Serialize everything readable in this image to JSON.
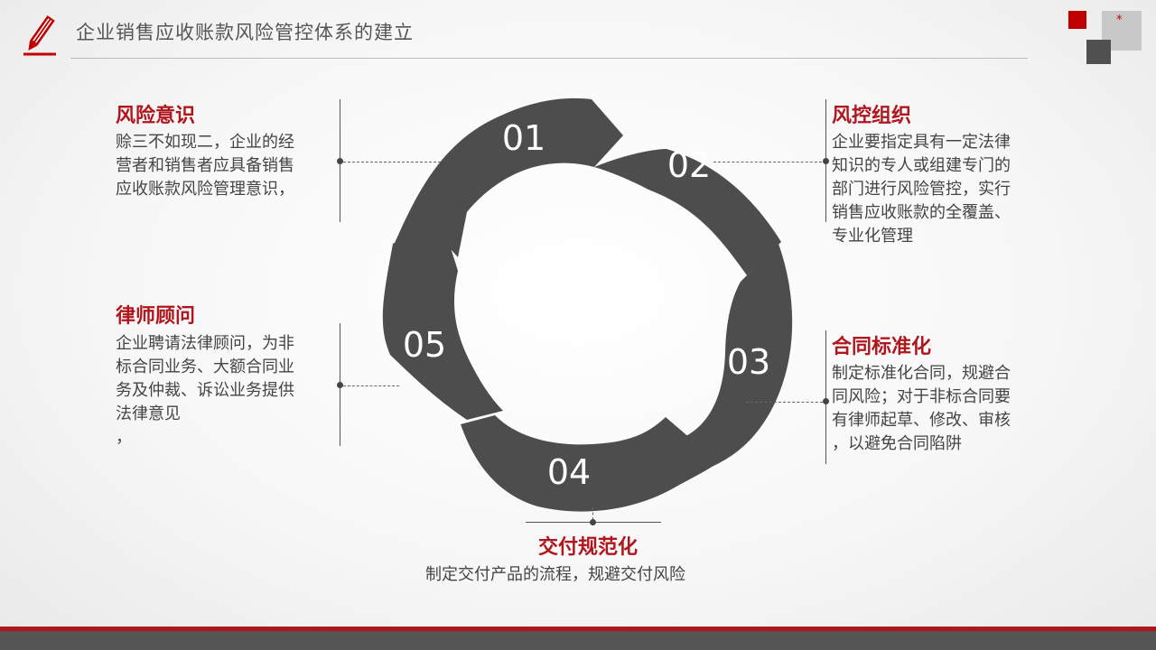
{
  "header": {
    "title": "企业销售应收账款风险管控体系的建立"
  },
  "cycle": {
    "numbers": [
      "01",
      "02",
      "03",
      "04",
      "05"
    ]
  },
  "items": {
    "risk_awareness": {
      "title": "风险意识",
      "lines": [
        "赊三不如现二，企业的经",
        "营者和销售者应具备销售",
        "应收账款风险管理意识，"
      ]
    },
    "risk_org": {
      "title": "风控组织",
      "lines": [
        "企业要指定具有一定法律",
        "知识的专人或组建专门的",
        "部门进行风险管控，实行",
        "销售应收账款的全覆盖、",
        "专业化管理"
      ]
    },
    "contract": {
      "title": "合同标准化",
      "lines": [
        "制定标准化合同，规避合",
        "同风险；对于非标合同要",
        "有律师起草、修改、审核",
        "，以避免合同陷阱"
      ]
    },
    "delivery": {
      "title": "交付规范化",
      "lines": [
        "制定交付产品的流程，规避交付风险"
      ]
    },
    "lawyer": {
      "title": "律师顾问",
      "lines": [
        "企业聘请法律顾问，为非",
        "标合同业务、大额合同业",
        "务及仲裁、诉讼业务提供",
        "法律意见",
        "，"
      ]
    }
  },
  "colors": {
    "accent": "#b0161e",
    "ring": "#4d4d4d"
  }
}
